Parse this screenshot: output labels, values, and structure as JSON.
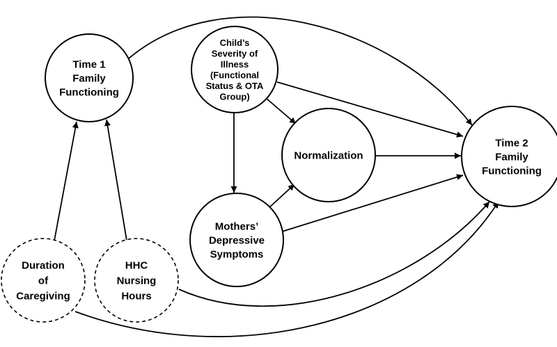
{
  "nodes": {
    "time1": {
      "lines": [
        "Time 1",
        "Family",
        "Functioning"
      ]
    },
    "severity": {
      "lines": [
        "Child’s",
        "Severity of",
        "Illness",
        "(Functional",
        "Status & OTA",
        "Group)"
      ]
    },
    "normalization": {
      "lines": [
        "Normalization"
      ]
    },
    "time2": {
      "lines": [
        "Time 2",
        "Family",
        "Functioning"
      ]
    },
    "depressive": {
      "lines": [
        "Mothers’",
        "Depressive",
        "Symptoms"
      ]
    },
    "duration": {
      "lines": [
        "Duration",
        "of",
        "Caregiving"
      ]
    },
    "hhc": {
      "lines": [
        "HHC",
        "Nursing",
        "Hours"
      ]
    }
  },
  "edges": [
    {
      "from": "time1",
      "to": "time2",
      "style": "curved"
    },
    {
      "from": "severity",
      "to": "time2",
      "style": "straight"
    },
    {
      "from": "severity",
      "to": "normalization",
      "style": "straight"
    },
    {
      "from": "severity",
      "to": "depressive",
      "style": "straight"
    },
    {
      "from": "normalization",
      "to": "time2",
      "style": "straight"
    },
    {
      "from": "depressive",
      "to": "normalization",
      "style": "straight"
    },
    {
      "from": "depressive",
      "to": "time2",
      "style": "straight"
    },
    {
      "from": "duration",
      "to": "time1",
      "style": "straight"
    },
    {
      "from": "hhc",
      "to": "time1",
      "style": "straight"
    },
    {
      "from": "hhc",
      "to": "time2",
      "style": "curved"
    },
    {
      "from": "duration",
      "to": "time2",
      "style": "curved"
    }
  ]
}
